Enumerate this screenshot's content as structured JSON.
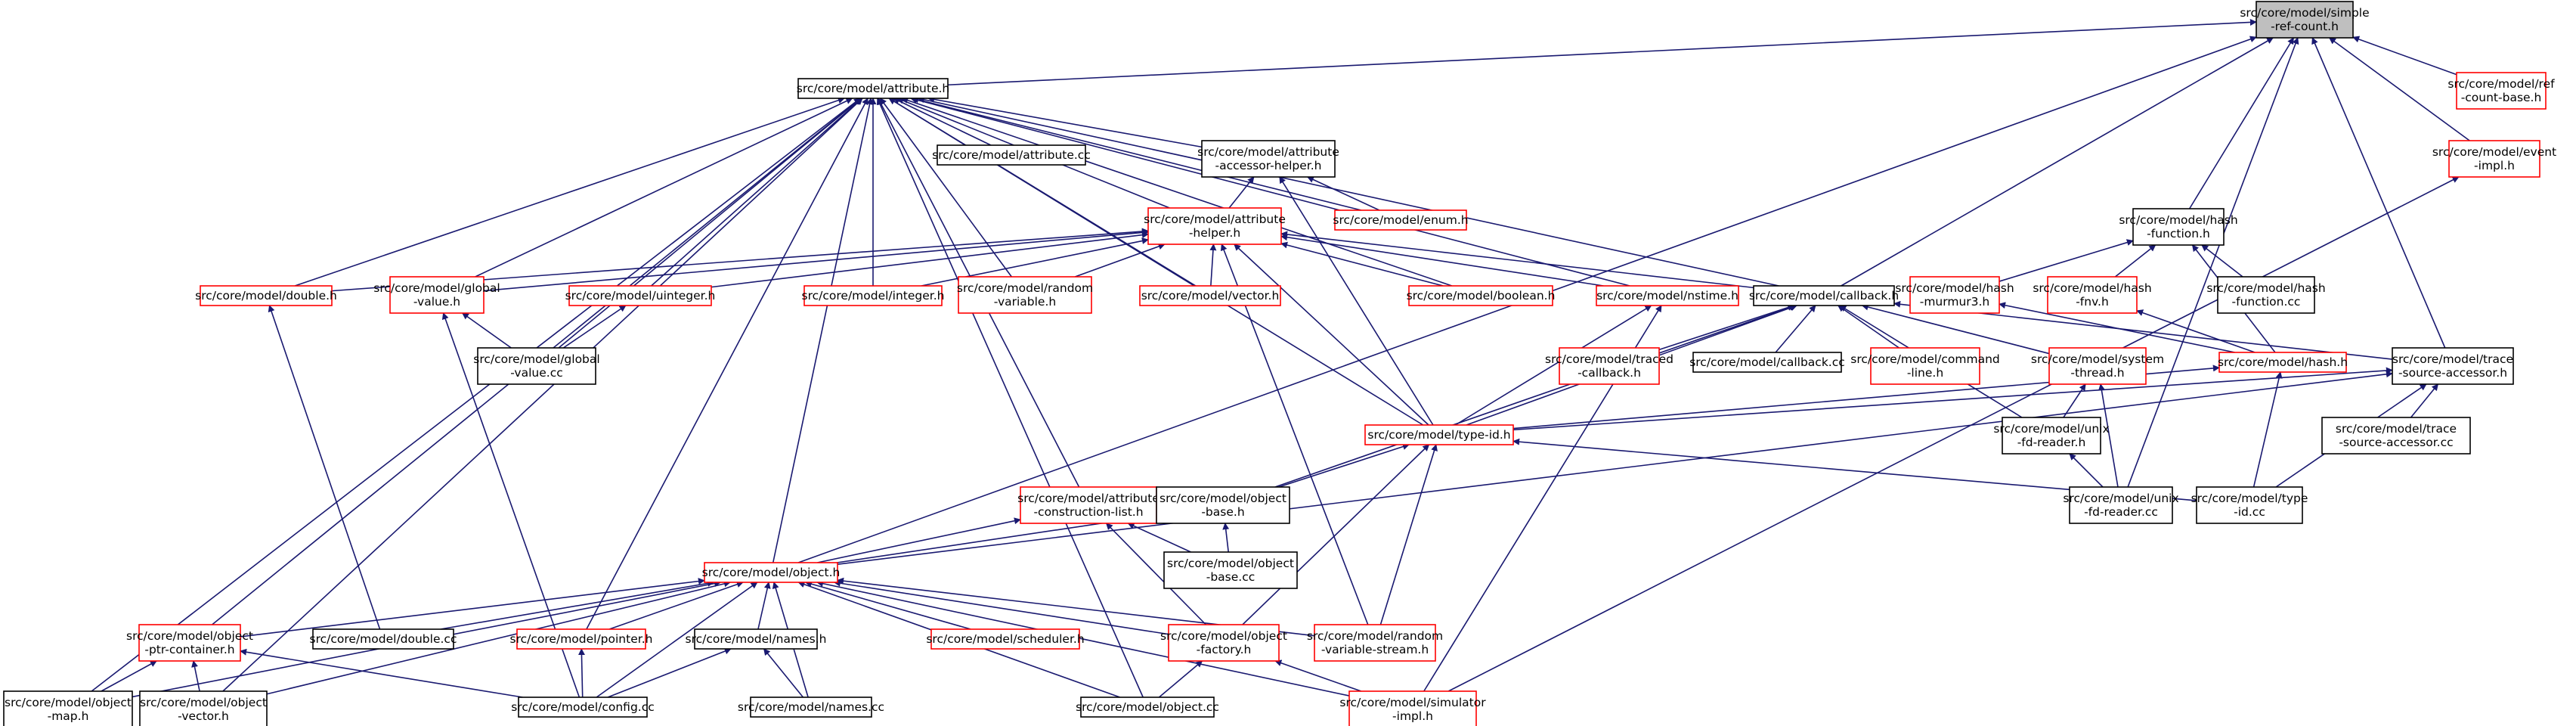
{
  "colors": {
    "root_fill": "#bfbfbf",
    "normal_border": "#000000",
    "red_border": "#ff0000",
    "edge": "#191970"
  },
  "nodes": [
    {
      "id": "simple",
      "lines": [
        "src/core/model/simple",
        "-ref-count.h"
      ],
      "style": "root"
    },
    {
      "id": "refbase",
      "lines": [
        "src/core/model/ref",
        "-count-base.h"
      ],
      "style": "red"
    },
    {
      "id": "eventimpl",
      "lines": [
        "src/core/model/event",
        "-impl.h"
      ],
      "style": "red"
    },
    {
      "id": "attribute",
      "lines": [
        "src/core/model/attribute.h"
      ],
      "style": "black"
    },
    {
      "id": "attributecc",
      "lines": [
        "src/core/model/attribute.cc"
      ],
      "style": "black"
    },
    {
      "id": "aah",
      "lines": [
        "src/core/model/attribute",
        "-accessor-helper.h"
      ],
      "style": "black"
    },
    {
      "id": "enum",
      "lines": [
        "src/core/model/enum.h"
      ],
      "style": "red"
    },
    {
      "id": "attrhelper",
      "lines": [
        "src/core/model/attribute",
        "-helper.h"
      ],
      "style": "red"
    },
    {
      "id": "hashfunction",
      "lines": [
        "src/core/model/hash",
        "-function.h"
      ],
      "style": "black"
    },
    {
      "id": "double",
      "lines": [
        "src/core/model/double.h"
      ],
      "style": "red"
    },
    {
      "id": "global",
      "lines": [
        "src/core/model/global",
        "-value.h"
      ],
      "style": "red"
    },
    {
      "id": "uinteger",
      "lines": [
        "src/core/model/uinteger.h"
      ],
      "style": "red"
    },
    {
      "id": "integer",
      "lines": [
        "src/core/model/integer.h"
      ],
      "style": "red"
    },
    {
      "id": "random",
      "lines": [
        "src/core/model/random",
        "-variable.h"
      ],
      "style": "red"
    },
    {
      "id": "vector",
      "lines": [
        "src/core/model/vector.h"
      ],
      "style": "red"
    },
    {
      "id": "boolean",
      "lines": [
        "src/core/model/boolean.h"
      ],
      "style": "red"
    },
    {
      "id": "nstime",
      "lines": [
        "src/core/model/nstime.h"
      ],
      "style": "red"
    },
    {
      "id": "callback",
      "lines": [
        "src/core/model/callback.h"
      ],
      "style": "black"
    },
    {
      "id": "murmur",
      "lines": [
        "src/core/model/hash",
        "-murmur3.h"
      ],
      "style": "red"
    },
    {
      "id": "fnv",
      "lines": [
        "src/core/model/hash",
        "-fnv.h"
      ],
      "style": "red"
    },
    {
      "id": "hashfncc",
      "lines": [
        "src/core/model/hash",
        "-function.cc"
      ],
      "style": "black"
    },
    {
      "id": "globalcc",
      "lines": [
        "src/core/model/global",
        "-value.cc"
      ],
      "style": "black"
    },
    {
      "id": "traced",
      "lines": [
        "src/core/model/traced",
        "-callback.h"
      ],
      "style": "red"
    },
    {
      "id": "callbackcc",
      "lines": [
        "src/core/model/callback.cc"
      ],
      "style": "black"
    },
    {
      "id": "cmdline",
      "lines": [
        "src/core/model/command",
        "-line.h"
      ],
      "style": "red"
    },
    {
      "id": "systhread",
      "lines": [
        "src/core/model/system",
        "-thread.h"
      ],
      "style": "red"
    },
    {
      "id": "hash",
      "lines": [
        "src/core/model/hash.h"
      ],
      "style": "red"
    },
    {
      "id": "trace",
      "lines": [
        "src/core/model/trace",
        "-source-accessor.h"
      ],
      "style": "black"
    },
    {
      "id": "typeid",
      "lines": [
        "src/core/model/type-id.h"
      ],
      "style": "red"
    },
    {
      "id": "unixh",
      "lines": [
        "src/core/model/unix",
        "-fd-reader.h"
      ],
      "style": "black"
    },
    {
      "id": "tracecc",
      "lines": [
        "src/core/model/trace",
        "-source-accessor.cc"
      ],
      "style": "black"
    },
    {
      "id": "acl",
      "lines": [
        "src/core/model/attribute",
        "-construction-list.h"
      ],
      "style": "red"
    },
    {
      "id": "objbase",
      "lines": [
        "src/core/model/object",
        "-base.h"
      ],
      "style": "black"
    },
    {
      "id": "unixcc",
      "lines": [
        "src/core/model/unix",
        "-fd-reader.cc"
      ],
      "style": "black"
    },
    {
      "id": "typeidcc",
      "lines": [
        "src/core/model/type",
        "-id.cc"
      ],
      "style": "black"
    },
    {
      "id": "object",
      "lines": [
        "src/core/model/object.h"
      ],
      "style": "red"
    },
    {
      "id": "objbasecc",
      "lines": [
        "src/core/model/object",
        "-base.cc"
      ],
      "style": "black"
    },
    {
      "id": "optr",
      "lines": [
        "src/core/model/object",
        "-ptr-container.h"
      ],
      "style": "red"
    },
    {
      "id": "doublecc",
      "lines": [
        "src/core/model/double.cc"
      ],
      "style": "black"
    },
    {
      "id": "pointer",
      "lines": [
        "src/core/model/pointer.h"
      ],
      "style": "red"
    },
    {
      "id": "names",
      "lines": [
        "src/core/model/names.h"
      ],
      "style": "black"
    },
    {
      "id": "scheduler",
      "lines": [
        "src/core/model/scheduler.h"
      ],
      "style": "red"
    },
    {
      "id": "factory",
      "lines": [
        "src/core/model/object",
        "-factory.h"
      ],
      "style": "red"
    },
    {
      "id": "rvs",
      "lines": [
        "src/core/model/random",
        "-variable-stream.h"
      ],
      "style": "red"
    },
    {
      "id": "objmap",
      "lines": [
        "src/core/model/object",
        "-map.h"
      ],
      "style": "black"
    },
    {
      "id": "objvec",
      "lines": [
        "src/core/model/object",
        "-vector.h"
      ],
      "style": "black"
    },
    {
      "id": "configcc",
      "lines": [
        "src/core/model/config.cc"
      ],
      "style": "black"
    },
    {
      "id": "namescc",
      "lines": [
        "src/core/model/names.cc"
      ],
      "style": "black"
    },
    {
      "id": "objectcc",
      "lines": [
        "src/core/model/object.cc"
      ],
      "style": "black"
    },
    {
      "id": "simimpl",
      "lines": [
        "src/core/model/simulator",
        "-impl.h"
      ],
      "style": "red"
    }
  ],
  "edges": [
    [
      "attribute",
      "simple"
    ],
    [
      "refbase",
      "simple"
    ],
    [
      "eventimpl",
      "simple"
    ],
    [
      "hashfunction",
      "simple"
    ],
    [
      "callback",
      "simple"
    ],
    [
      "trace",
      "simple"
    ],
    [
      "object",
      "simple"
    ],
    [
      "unixcc",
      "simple"
    ],
    [
      "attributecc",
      "attribute"
    ],
    [
      "aah",
      "attribute"
    ],
    [
      "enum",
      "attribute"
    ],
    [
      "attrhelper",
      "attribute"
    ],
    [
      "double",
      "attribute"
    ],
    [
      "global",
      "attribute"
    ],
    [
      "uinteger",
      "attribute"
    ],
    [
      "integer",
      "attribute"
    ],
    [
      "random",
      "attribute"
    ],
    [
      "vector",
      "attribute"
    ],
    [
      "boolean",
      "attribute"
    ],
    [
      "nstime",
      "attribute"
    ],
    [
      "callback",
      "attribute"
    ],
    [
      "globalcc",
      "attribute"
    ],
    [
      "typeid",
      "attribute"
    ],
    [
      "acl",
      "attribute"
    ],
    [
      "object",
      "attribute"
    ],
    [
      "optr",
      "attribute"
    ],
    [
      "pointer",
      "attribute"
    ],
    [
      "objmap",
      "attribute"
    ],
    [
      "objvec",
      "attribute"
    ],
    [
      "objectcc",
      "attribute"
    ],
    [
      "attrhelper",
      "aah"
    ],
    [
      "enum",
      "aah"
    ],
    [
      "typeid",
      "aah"
    ],
    [
      "double",
      "attrhelper"
    ],
    [
      "global",
      "attrhelper"
    ],
    [
      "uinteger",
      "attrhelper"
    ],
    [
      "integer",
      "attrhelper"
    ],
    [
      "random",
      "attrhelper"
    ],
    [
      "vector",
      "attrhelper"
    ],
    [
      "boolean",
      "attrhelper"
    ],
    [
      "nstime",
      "attrhelper"
    ],
    [
      "callback",
      "attrhelper"
    ],
    [
      "typeid",
      "attrhelper"
    ],
    [
      "rvs",
      "attrhelper"
    ],
    [
      "murmur",
      "hashfunction"
    ],
    [
      "fnv",
      "hashfunction"
    ],
    [
      "hashfncc",
      "hashfunction"
    ],
    [
      "hash",
      "hashfunction"
    ],
    [
      "globalcc",
      "global"
    ],
    [
      "configcc",
      "global"
    ],
    [
      "doublecc",
      "double"
    ],
    [
      "globalcc",
      "uinteger"
    ],
    [
      "typeid",
      "nstime"
    ],
    [
      "simimpl",
      "nstime"
    ],
    [
      "traced",
      "callback"
    ],
    [
      "callbackcc",
      "callback"
    ],
    [
      "cmdline",
      "callback"
    ],
    [
      "systhread",
      "callback"
    ],
    [
      "typeid",
      "callback"
    ],
    [
      "unixh",
      "callback"
    ],
    [
      "objbase",
      "callback"
    ],
    [
      "trace",
      "callback"
    ],
    [
      "hash",
      "murmur"
    ],
    [
      "hash",
      "fnv"
    ],
    [
      "unixh",
      "systhread"
    ],
    [
      "unixcc",
      "systhread"
    ],
    [
      "typeid",
      "hash"
    ],
    [
      "typeidcc",
      "hash"
    ],
    [
      "typeid",
      "trace"
    ],
    [
      "tracecc",
      "trace"
    ],
    [
      "typeidcc",
      "trace"
    ],
    [
      "object",
      "trace"
    ],
    [
      "objbase",
      "typeid"
    ],
    [
      "typeidcc",
      "typeid"
    ],
    [
      "factory",
      "typeid"
    ],
    [
      "rvs",
      "typeid"
    ],
    [
      "unixcc",
      "unixh"
    ],
    [
      "object",
      "acl"
    ],
    [
      "objbasecc",
      "acl"
    ],
    [
      "factory",
      "acl"
    ],
    [
      "object",
      "objbase"
    ],
    [
      "objbasecc",
      "objbase"
    ],
    [
      "optr",
      "object"
    ],
    [
      "doublecc",
      "object"
    ],
    [
      "pointer",
      "object"
    ],
    [
      "names",
      "object"
    ],
    [
      "scheduler",
      "object"
    ],
    [
      "factory",
      "object"
    ],
    [
      "rvs",
      "object"
    ],
    [
      "objmap",
      "object"
    ],
    [
      "objvec",
      "object"
    ],
    [
      "configcc",
      "object"
    ],
    [
      "namescc",
      "object"
    ],
    [
      "objectcc",
      "object"
    ],
    [
      "simimpl",
      "object"
    ],
    [
      "objmap",
      "optr"
    ],
    [
      "objvec",
      "optr"
    ],
    [
      "configcc",
      "optr"
    ],
    [
      "configcc",
      "pointer"
    ],
    [
      "configcc",
      "names"
    ],
    [
      "namescc",
      "names"
    ],
    [
      "objectcc",
      "factory"
    ],
    [
      "simimpl",
      "factory"
    ],
    [
      "simimpl",
      "eventimpl"
    ]
  ]
}
